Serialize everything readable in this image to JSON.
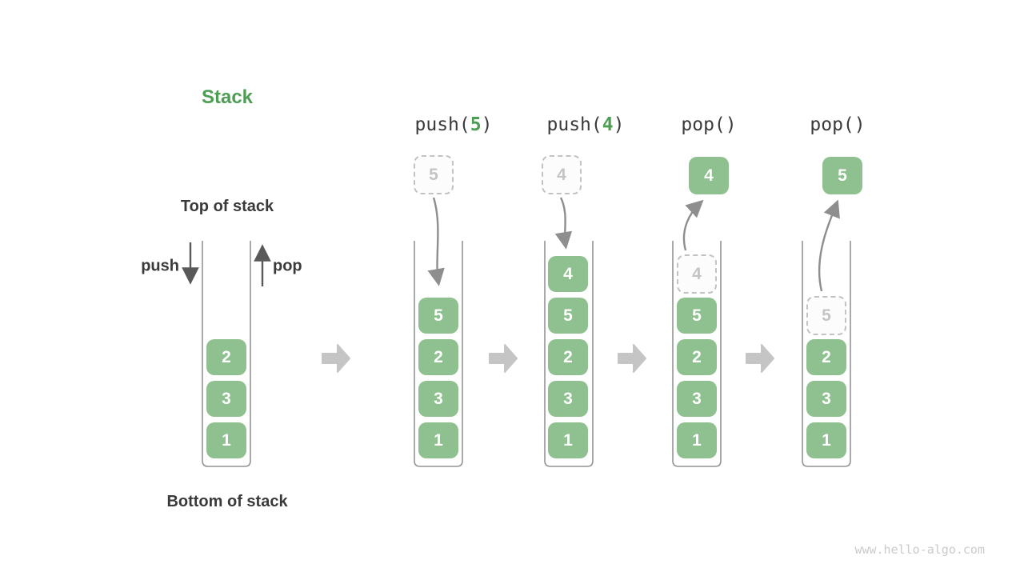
{
  "title": "Stack",
  "labels": {
    "top": "Top of stack",
    "bottom": "Bottom of stack",
    "push": "push",
    "pop": "pop"
  },
  "operations": [
    {
      "prefix": "push(",
      "arg": "5",
      "suffix": ")"
    },
    {
      "prefix": "push(",
      "arg": "4",
      "suffix": ")"
    },
    {
      "prefix": "pop(",
      "arg": "",
      "suffix": ")"
    },
    {
      "prefix": "pop(",
      "arg": "",
      "suffix": ")"
    }
  ],
  "stacks": [
    {
      "elements": [
        "2",
        "3",
        "1"
      ]
    },
    {
      "incoming": "5",
      "elements": [
        "5",
        "2",
        "3",
        "1"
      ]
    },
    {
      "incoming": "4",
      "elements": [
        "4",
        "5",
        "2",
        "3",
        "1"
      ]
    },
    {
      "outgoing": "4",
      "ghost": "4",
      "elements": [
        "5",
        "2",
        "3",
        "1"
      ]
    },
    {
      "outgoing": "5",
      "ghost": "5",
      "elements": [
        "2",
        "3",
        "1"
      ]
    }
  ],
  "watermark": "www.hello-algo.com",
  "colors": {
    "element_green": "#8FC08F",
    "accent_green": "#4D9E54",
    "dark_text": "#3A3A3A",
    "ghost_gray": "#C4C4C4",
    "curve_arrow_gray": "#8E8E8E",
    "straight_arrow_gray": "#595959",
    "transition_arrow_gray": "#C5C5C5",
    "container_gray": "#949494"
  }
}
